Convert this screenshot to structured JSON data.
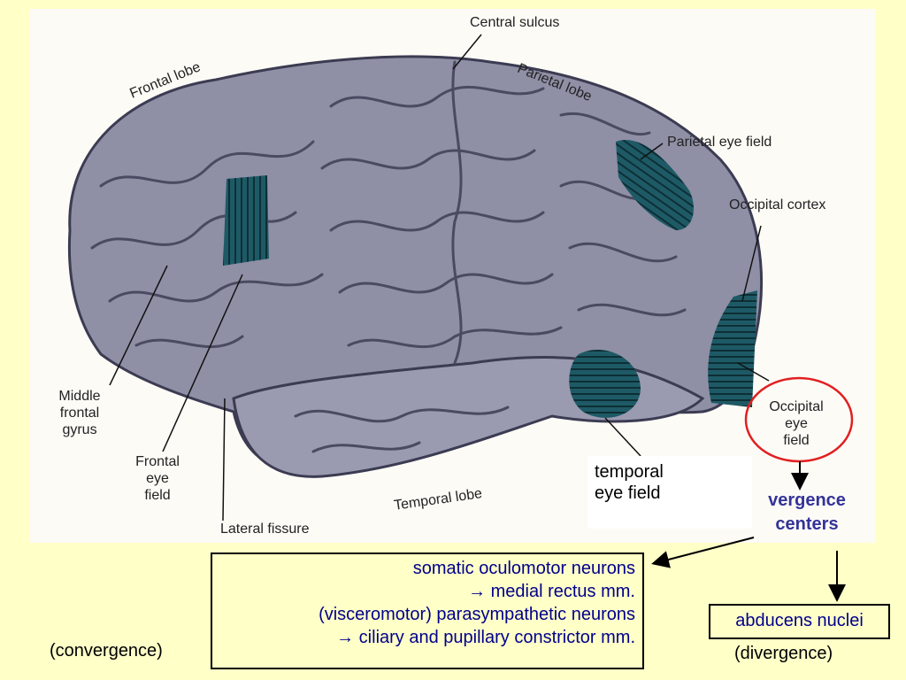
{
  "figure": {
    "labels": {
      "central_sulcus": "Central sulcus",
      "frontal_lobe": "Frontal lobe",
      "parietal_lobe": "Parietal lobe",
      "parietal_eye_field": "Parietal eye field",
      "occipital_cortex": "Occipital cortex",
      "middle_frontal_gyrus": [
        "Middle",
        "frontal",
        "gyrus"
      ],
      "frontal_eye_field": [
        "Frontal",
        "eye",
        "field"
      ],
      "lateral_fissure": "Lateral fissure",
      "temporal_lobe": "Temporal lobe",
      "occipital_eye_field": [
        "Occipital",
        "eye",
        "field"
      ]
    }
  },
  "overlay": {
    "temporal_eye_field": [
      "temporal",
      "eye field"
    ],
    "vergence_centers": [
      "vergence",
      "centers"
    ]
  },
  "targets": {
    "main_lines": [
      "somatic oculomotor neurons",
      "→ medial rectus mm.",
      "(visceromotor) parasympathetic neurons",
      "→ ciliary and pupillary constrictor mm."
    ],
    "abducens": "abducens nuclei"
  },
  "notes": {
    "convergence": "(convergence)",
    "divergence": "(divergence)"
  },
  "colors": {
    "background": "#ffffc8",
    "accent_blue": "#333399",
    "text_navy": "#00008b",
    "eye_field_fill": "#1e5a66",
    "highlight_circle": "#e02020"
  }
}
